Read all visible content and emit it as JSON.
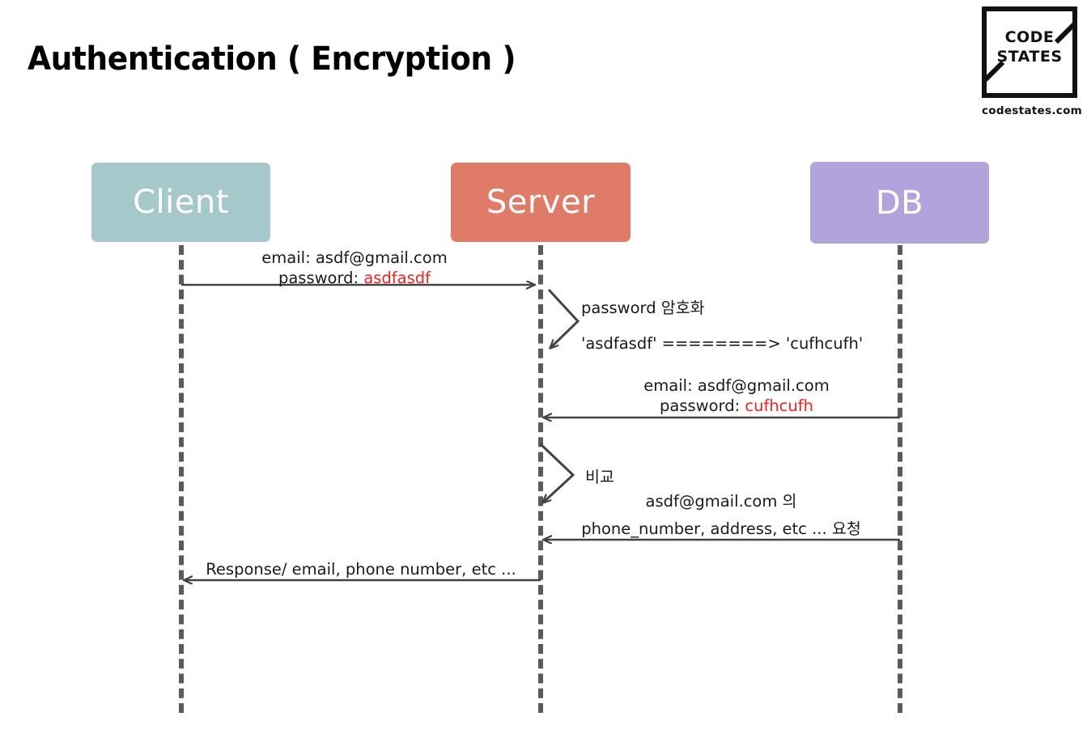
{
  "page": {
    "title": "Authentication ( Encryption )",
    "background_color": "#ffffff"
  },
  "logo": {
    "line1": "CODE",
    "line2": "STATES",
    "caption": "codestates.com",
    "color": "#111111"
  },
  "colors": {
    "client": "#a5c8ca",
    "server": "#e07b68",
    "db": "#b3a3dc",
    "lifeline": "#5a5a5a",
    "arrow": "#434343",
    "text": "#1a1a1a",
    "highlight": "#f0231e"
  },
  "actors": [
    {
      "id": "client",
      "label": "Client",
      "color": "#a5c8ca"
    },
    {
      "id": "server",
      "label": "Server",
      "color": "#e07b68"
    },
    {
      "id": "db",
      "label": "DB",
      "color": "#b3a3dc"
    }
  ],
  "messages": [
    {
      "id": "login-request",
      "from": "client",
      "to": "server",
      "direction": "right",
      "line1": "email: asdf@gmail.com",
      "line2_prefix": "password: ",
      "line2_highlight": "asdfasdf"
    },
    {
      "id": "db-response",
      "from": "db",
      "to": "server",
      "direction": "left",
      "line1": "email: asdf@gmail.com",
      "line2_prefix": "password: ",
      "line2_highlight": "cufhcufh"
    },
    {
      "id": "db-data-request",
      "from": "db",
      "to": "server",
      "direction": "left",
      "line1": "asdf@gmail.com 의",
      "line2": "phone_number, address, etc ... 요청"
    },
    {
      "id": "client-response",
      "from": "server",
      "to": "client",
      "direction": "left",
      "line1": "Response/ email, phone number, etc ..."
    }
  ],
  "self_calls": [
    {
      "id": "encrypt-password",
      "actor": "server",
      "line1": "password 암호화",
      "line2": "'asdfasdf'    ========>  'cufhcufh'"
    },
    {
      "id": "compare",
      "actor": "server",
      "line1": "비교"
    }
  ]
}
